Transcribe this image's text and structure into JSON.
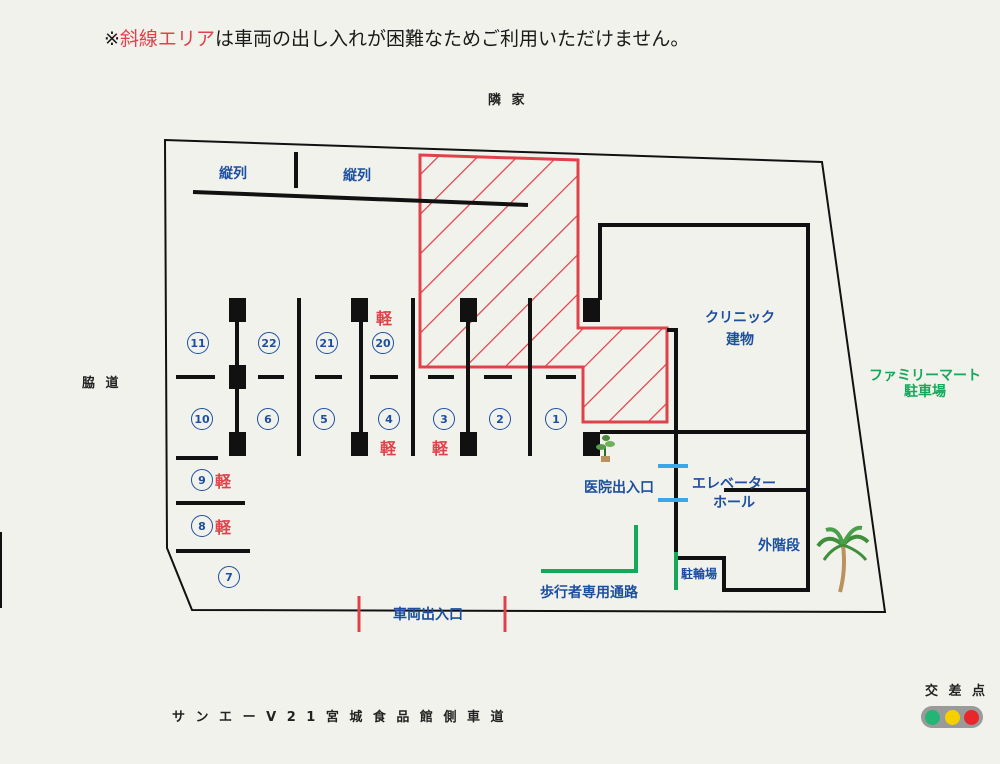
{
  "notice": {
    "mark": "※",
    "highlight": "斜線エリア",
    "rest": "は車両の出し入れが困難なためご利用いただけません。"
  },
  "labels": {
    "neighbor": "隣 家",
    "side_road": "脇 道",
    "family_mart": "ファミリーマート\n駐車場",
    "tandem_1": "縦列",
    "tandem_2": "縦列",
    "clinic": "クリニック\n建物",
    "clinic_entrance": "医院出入口",
    "elevator_hall": "エレベーター\nホール",
    "outer_stairs": "外階段",
    "bicycle_parking": "駐輪場",
    "pedestrian_path": "歩行者専用通路",
    "vehicle_entrance": "車両出入口",
    "front_road": "サ ン エ ー V 2 1 宮 城 食 品 館 側 車 道",
    "intersection": "交 差 点"
  },
  "spaces": {
    "s11": "11",
    "s22": "22",
    "s21": "21",
    "s20": "20",
    "s10": "10",
    "s6": "6",
    "s5": "5",
    "s4": "4",
    "s3": "3",
    "s2": "2",
    "s1": "1",
    "s9": "9",
    "s8": "8",
    "s7": "7"
  },
  "kei": "軽",
  "colors": {
    "hatch": "#e0424a",
    "label_blue": "#1d4fa0",
    "path_green": "#16a85a",
    "door_blue": "#3aa8e8"
  },
  "traffic_light": [
    "#22b573",
    "#f5d000",
    "#e8262b"
  ],
  "icons": [
    "plant-icon",
    "palm-tree-icon",
    "traffic-light-icon"
  ]
}
